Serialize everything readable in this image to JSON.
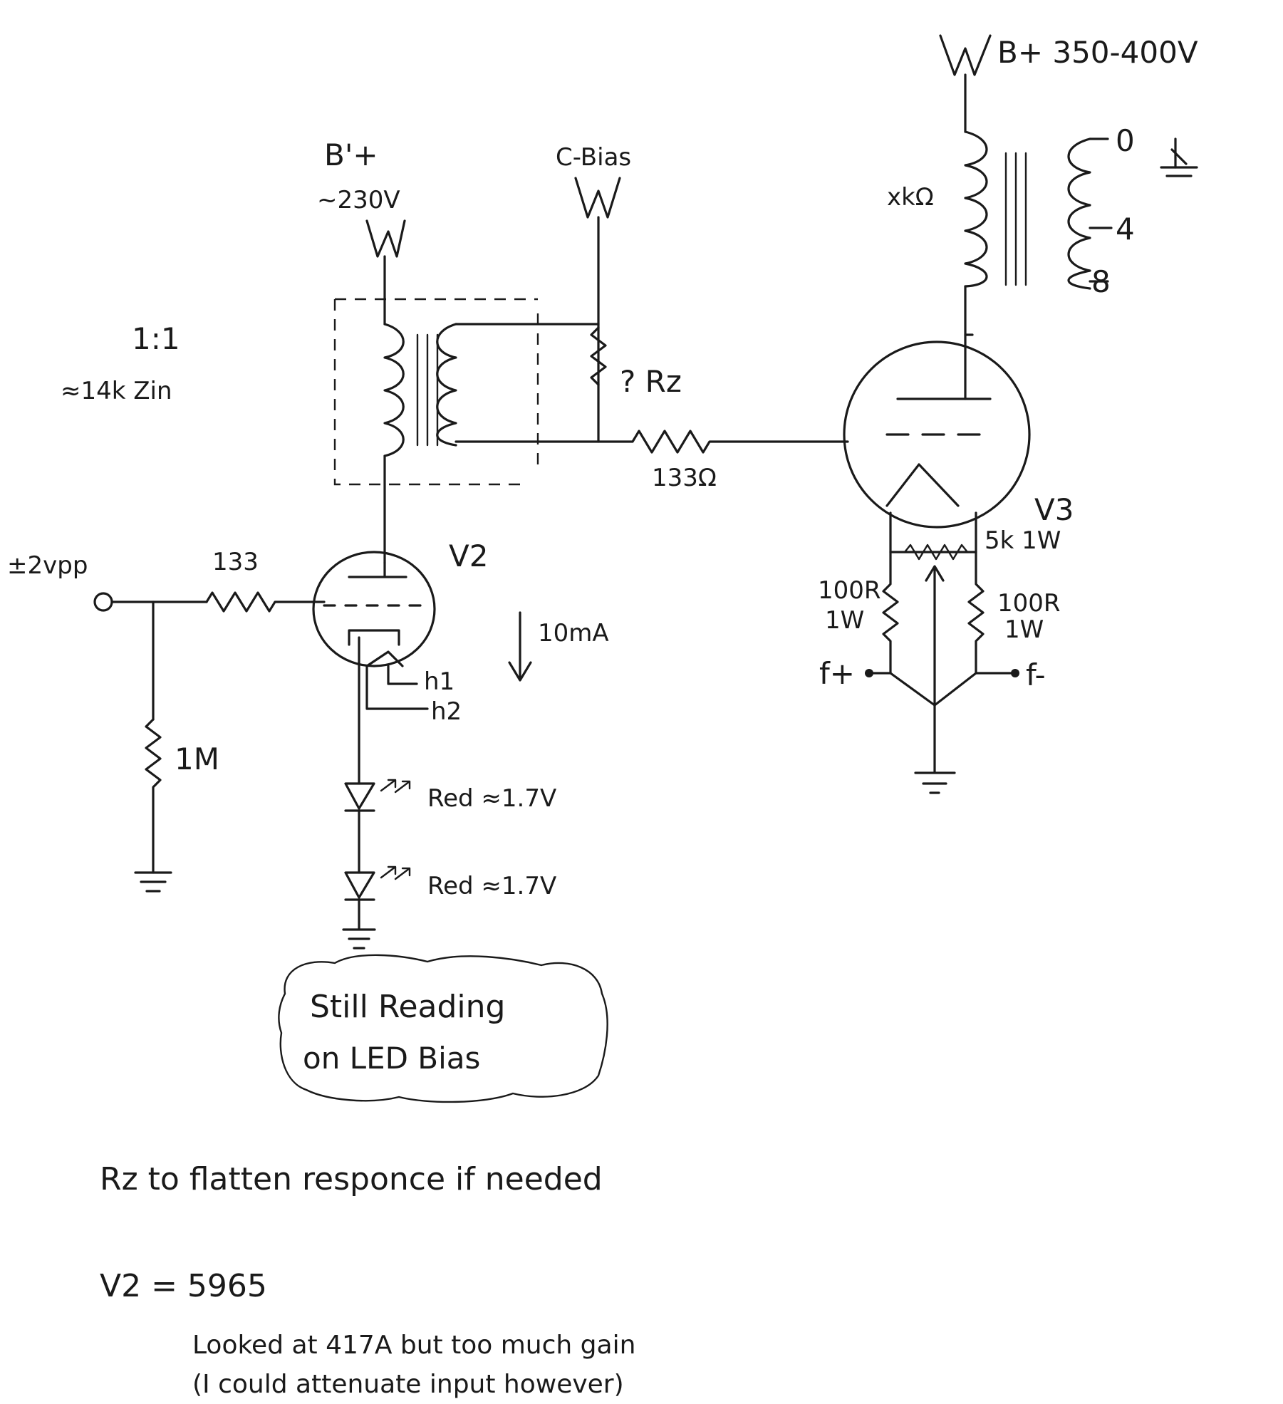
{
  "labels": {
    "bplus_main": "B+ 350-400V",
    "bprime": "B'+",
    "bprime_v": "~230V",
    "cbias": "C-Bias",
    "ratio": "1:1",
    "zin": "≈14k Zin",
    "rz": "? Rz",
    "r_grid_v3": "133Ω",
    "xk": "xkΩ",
    "tap_0": "0",
    "tap_4": "4",
    "tap_8": "8",
    "v3": "V3",
    "pot": "5k 1W",
    "r100_left": "100R",
    "r100_left_w": "1W",
    "r100_right": "100R",
    "r100_right_w": "1W",
    "fplus": "f+",
    "fminus": "f-",
    "input": "±2vpp",
    "r_grid_v2": "133",
    "v2": "V2",
    "current": "10mA",
    "h1": "h1",
    "h2": "h2",
    "r1m": "1M",
    "led1": "Red ≈1.7V",
    "led2": "Red ≈1.7V",
    "cloud_line1": "Still Reading",
    "cloud_line2": "on LED Bias"
  },
  "notes": {
    "rz_note": "Rz to flatten responce if needed",
    "v2_type": "V2 = 5965",
    "comment_1": "Looked at 417A but too much gain",
    "comment_2": "(I could attenuate input however)"
  }
}
